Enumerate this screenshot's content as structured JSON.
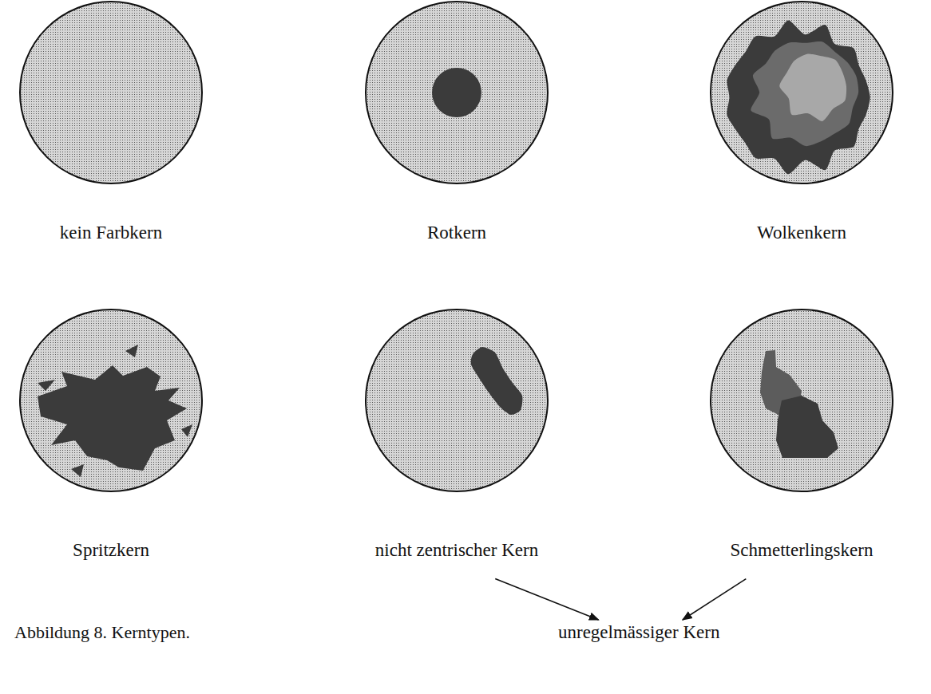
{
  "diagram": {
    "caption": "Abbildung 8. Kerntypen.",
    "nodes": [
      {
        "text": [
          "kein Farbkern"
        ]
      },
      {
        "text": [
          "Rotkern"
        ]
      },
      {
        "text": [
          "Wolkenkern"
        ]
      },
      {
        "text": [
          "Spritzkern"
        ]
      },
      {
        "text": [
          "nicht zentrischer Kern"
        ]
      },
      {
        "text": [
          "Schmetterlingskern"
        ]
      },
      {
        "text": [
          "unregelmässiger Kern"
        ]
      }
    ],
    "edges": [
      {
        "from": 4,
        "to": 6,
        "arrow": "to"
      },
      {
        "from": 5,
        "to": 6,
        "arrow": "to"
      }
    ]
  }
}
